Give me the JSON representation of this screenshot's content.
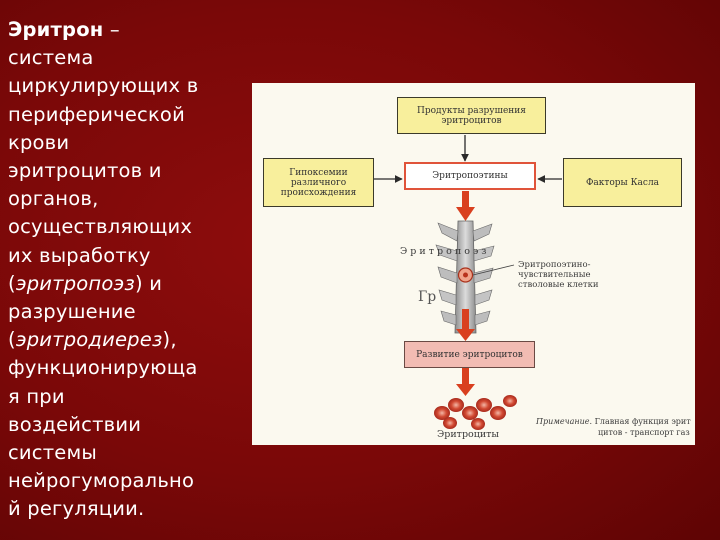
{
  "slide": {
    "term": "Эритрон",
    "lines": [
      " –",
      "система",
      "циркулирующих в",
      "периферической",
      "крови",
      "эритроцитов и",
      "органов,",
      "осуществляющих",
      "их выработку",
      "(",
      "эритропоэз",
      ") и",
      "разрушение",
      "(",
      "эритродиерез",
      "),",
      "функционирующа",
      "я при",
      "воздействии",
      "системы",
      "нейрогуморально",
      "й регуляции."
    ]
  },
  "diagram": {
    "top_box": [
      "Продукты разрушения",
      "эритроцитов"
    ],
    "left_box": [
      "Гипоксемии",
      "различного",
      "происхождения"
    ],
    "center_box": "Эритропоэтины",
    "right_box": "Факторы Касла",
    "process_label": "Э р и т р о п о э з",
    "side_fragment": "Гр",
    "stem_label": [
      "Эритропоэтино-",
      "чувствительные",
      "стволовые клетки"
    ],
    "pink_box": "Развитие эритроцитов",
    "bottom_label": "Эритроциты",
    "note_title": "Примечание.",
    "note_lines": [
      "Главная функция эрит",
      "цитов - транспорт газ"
    ]
  },
  "colors": {
    "background": "#7a0808",
    "text": "#ffffff",
    "figure_bg": "#fbf9ef",
    "box_yellow": "#f8ef9c",
    "box_pink": "#f2bcb3",
    "box_red_border": "#e0543a",
    "arrow_red": "#d9401f",
    "cell_red": "#c0392b"
  }
}
